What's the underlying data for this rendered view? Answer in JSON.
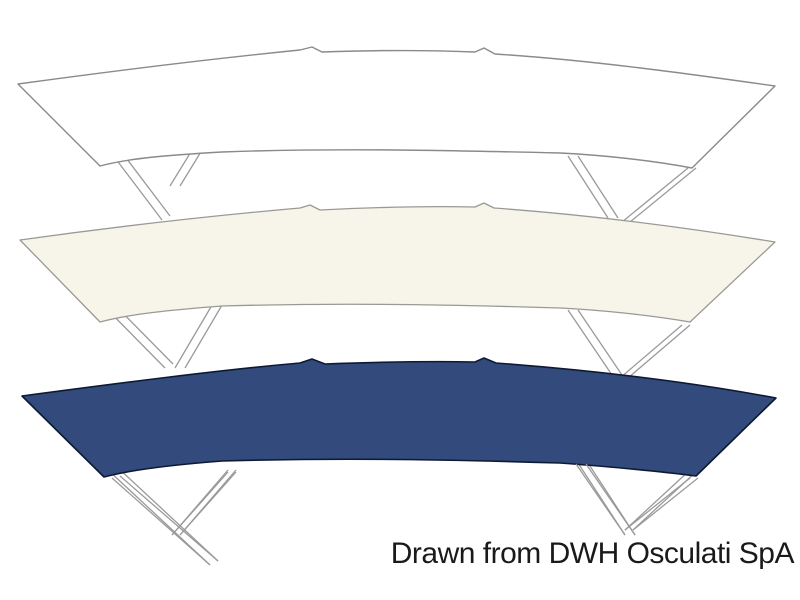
{
  "figure": {
    "subject": "Bimini top canvas covers in three colors",
    "variants": [
      {
        "name": "white",
        "fill": "#ffffff",
        "stroke": "#8a8a8a"
      },
      {
        "name": "cream",
        "fill": "#f7f5e9",
        "stroke": "#9a9a94"
      },
      {
        "name": "navy",
        "fill": "#324a7c",
        "stroke": "#0e1a33"
      }
    ],
    "frame_color": "#9a9a9a",
    "caption": "Drawn from DWH Osculati SpA"
  }
}
